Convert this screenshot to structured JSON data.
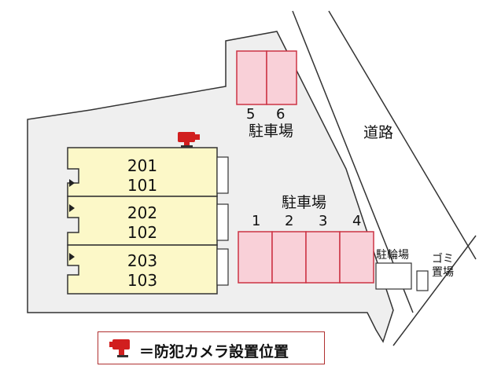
{
  "site": {
    "road_label": "道路",
    "parking_top_label": "駐車場",
    "parking_right_label": "駐車場",
    "bicycle_label": "駐輪場",
    "garbage_label_1": "ゴミ",
    "garbage_label_2": "置場"
  },
  "parking_top": {
    "spaces": [
      "5",
      "6"
    ]
  },
  "parking_right": {
    "spaces": [
      "1",
      "2",
      "3",
      "4"
    ]
  },
  "units": [
    {
      "upper": "201",
      "lower": "101"
    },
    {
      "upper": "202",
      "lower": "102"
    },
    {
      "upper": "203",
      "lower": "103"
    }
  ],
  "legend": {
    "text": "＝防犯カメラ設置位置"
  },
  "colors": {
    "lot": "#efefef",
    "building": "#fcf8c8",
    "parking": "#f9d0d8",
    "parking_border": "#cc3344",
    "camera": "#d11f1f"
  },
  "icons": {
    "camera": "security-camera-icon",
    "entrance": "entrance-arrow-icon"
  }
}
